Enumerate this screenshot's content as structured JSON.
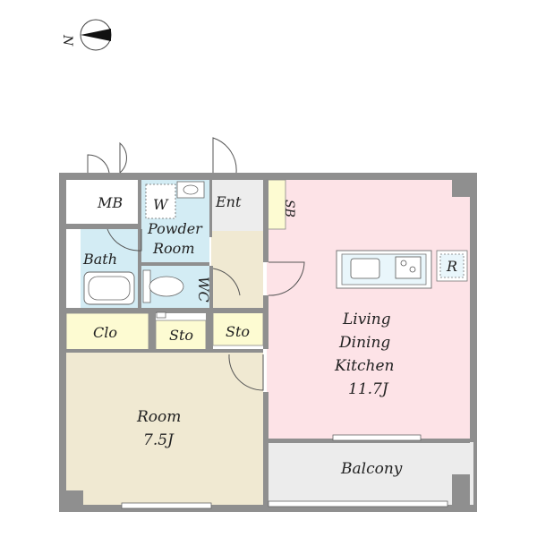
{
  "compass": {
    "north_label": "N"
  },
  "rooms": {
    "mb": "MB",
    "w": "W",
    "ent": "Ent",
    "sb": "SB",
    "powder_room": [
      "Powder",
      "Room"
    ],
    "bath": "Bath",
    "wc": "WC",
    "r": "R",
    "clo": "Clo",
    "sto_1": "Sto",
    "sto_2": "Sto",
    "ldk": [
      "Living",
      "Dining",
      "Kitchen",
      "11.7J"
    ],
    "room": [
      "Room",
      "7.5J"
    ],
    "balcony": "Balcony"
  },
  "colors": {
    "wall": "#8f8f8f",
    "ldk": "#fde3e7",
    "room": "#f0e9d2",
    "wet": "#d3ecf4",
    "storage": "#fdfbd2",
    "balcony": "#ececec",
    "entry": "#ededed"
  }
}
